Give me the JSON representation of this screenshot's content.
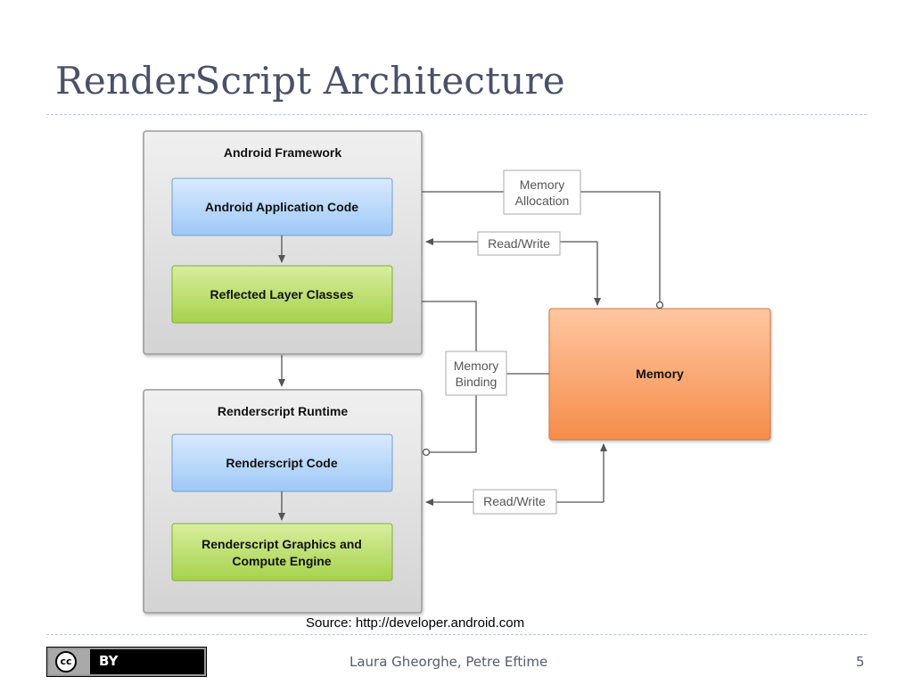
{
  "slide": {
    "title": "RenderScript Architecture",
    "source": "Source: http://developer.android.com",
    "license_badge": {
      "cc": "cc",
      "by": "BY"
    },
    "authors": "Laura Gheorghe, Petre Eftime",
    "page_number": "5"
  },
  "diagram": {
    "android_framework": {
      "label": "Android Framework",
      "application_code": "Android Application Code",
      "reflected_layer": "Reflected Layer Classes"
    },
    "renderscript_runtime": {
      "label": "Renderscript Runtime",
      "code": "Renderscript Code",
      "engine_line1": "Renderscript Graphics and",
      "engine_line2": "Compute Engine"
    },
    "memory": {
      "label": "Memory"
    },
    "edge_labels": {
      "memory_allocation_line1": "Memory",
      "memory_allocation_line2": "Allocation",
      "read_write_top": "Read/Write",
      "memory_binding_line1": "Memory",
      "memory_binding_line2": "Binding",
      "read_write_bottom": "Read/Write"
    },
    "colors": {
      "container_fill_top": "#f0f0f0",
      "container_fill_bottom": "#d3d3d3",
      "blue_top": "#d8ebff",
      "blue_bottom": "#9ec8f5",
      "green_top": "#d8ee9e",
      "green_bottom": "#a6d24c",
      "memory_top": "#ffc7a0",
      "memory_bottom": "#f58c4a",
      "connector": "#555555"
    }
  }
}
